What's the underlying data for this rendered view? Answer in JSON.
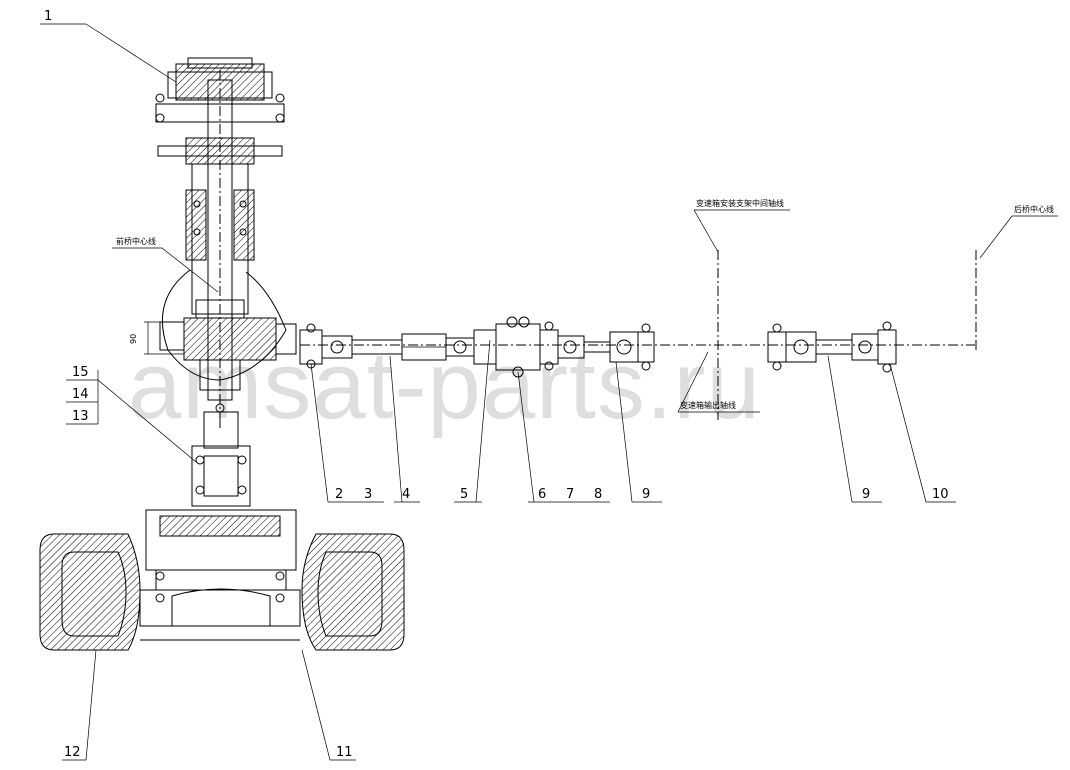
{
  "callouts": {
    "c1": "1",
    "c2": "2",
    "c3": "3",
    "c4": "4",
    "c5": "5",
    "c6": "6",
    "c7": "7",
    "c8": "8",
    "c9a": "9",
    "c9b": "9",
    "c10": "10",
    "c11": "11",
    "c12": "12",
    "c13": "13",
    "c14": "14",
    "c15": "15"
  },
  "dimension": "90",
  "labels": {
    "front_axle_center": "前桥中心线",
    "gearbox_mount_center": "变速箱安装支架中间轴线",
    "gearbox_output_axis": "变速箱输出轴线",
    "rear_axle_center": "后桥中心线"
  },
  "watermark": "amsat-parts.ru"
}
